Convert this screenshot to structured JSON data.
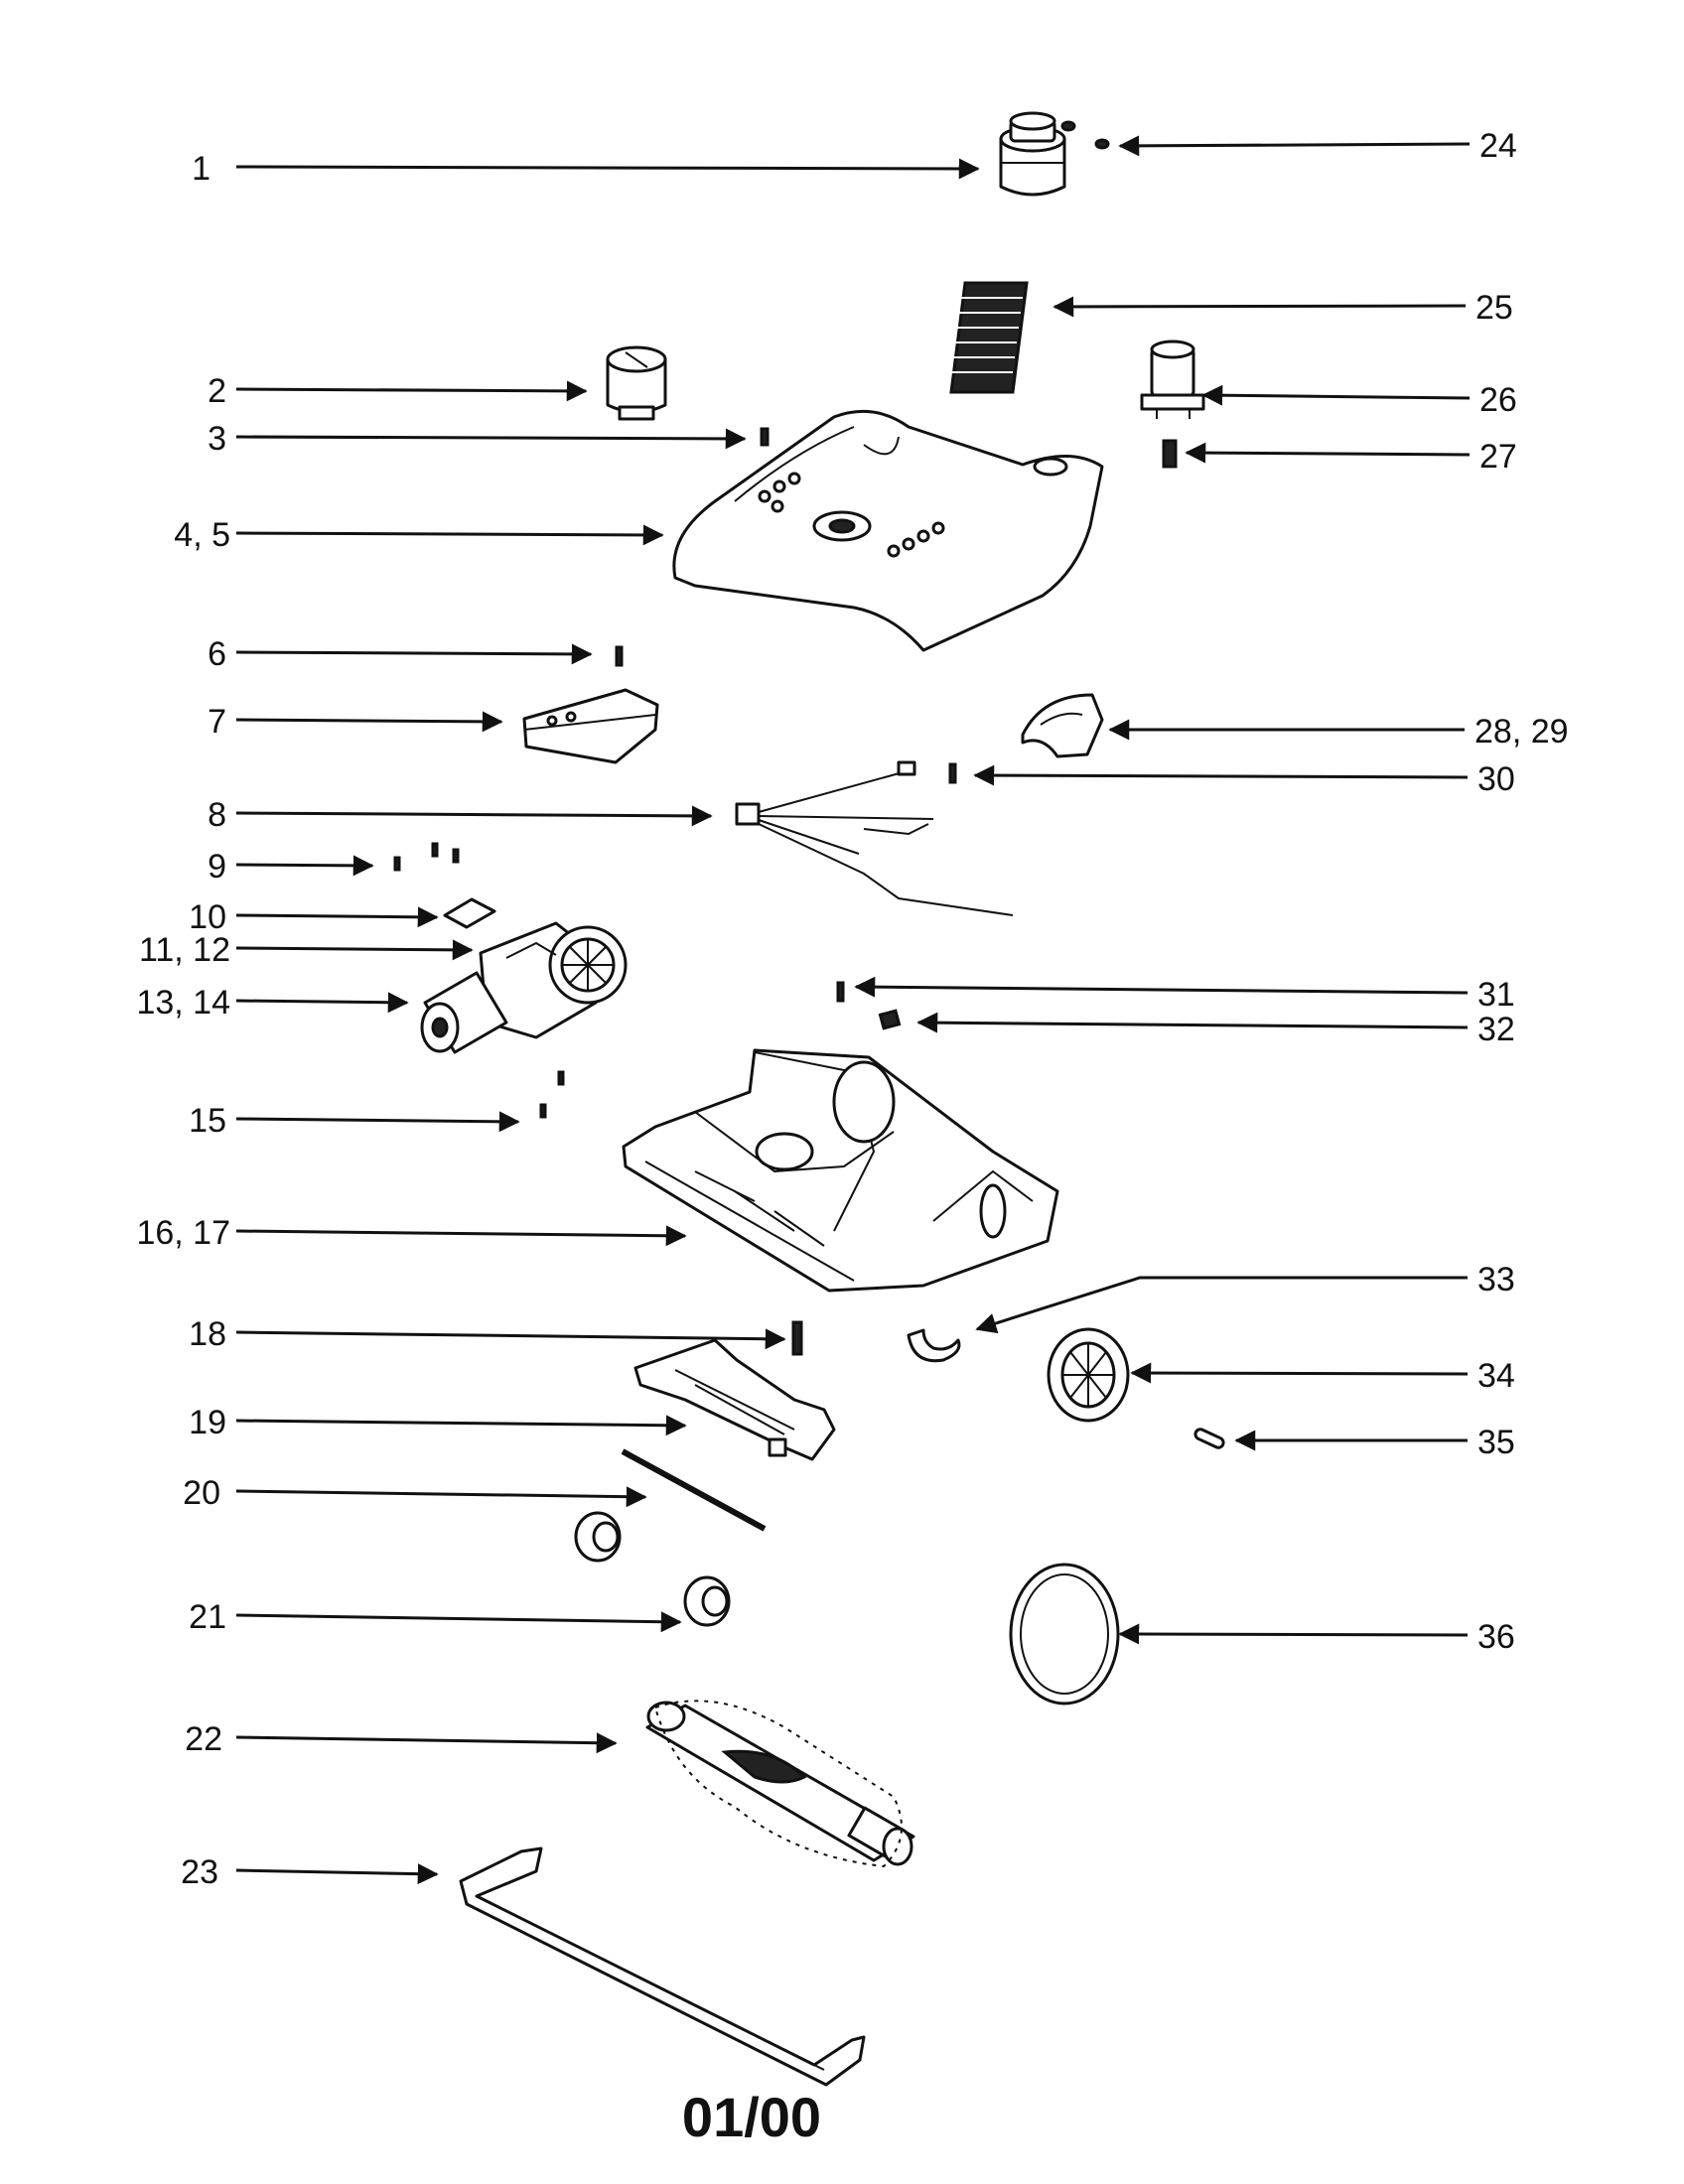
{
  "diagram": {
    "callouts": [
      {
        "id": "c1",
        "label": "1"
      },
      {
        "id": "c2",
        "label": "2"
      },
      {
        "id": "c3",
        "label": "3"
      },
      {
        "id": "c4",
        "label": "4, 5"
      },
      {
        "id": "c6",
        "label": "6"
      },
      {
        "id": "c7",
        "label": "7"
      },
      {
        "id": "c8",
        "label": "8"
      },
      {
        "id": "c9",
        "label": "9"
      },
      {
        "id": "c10",
        "label": "10"
      },
      {
        "id": "c11",
        "label": "11, 12"
      },
      {
        "id": "c13",
        "label": "13, 14"
      },
      {
        "id": "c15",
        "label": "15"
      },
      {
        "id": "c16",
        "label": "16, 17"
      },
      {
        "id": "c18",
        "label": "18"
      },
      {
        "id": "c19",
        "label": "19"
      },
      {
        "id": "c20",
        "label": "20"
      },
      {
        "id": "c21",
        "label": "21"
      },
      {
        "id": "c22",
        "label": "22"
      },
      {
        "id": "c23",
        "label": "23"
      },
      {
        "id": "c24",
        "label": "24"
      },
      {
        "id": "c25",
        "label": "25"
      },
      {
        "id": "c26",
        "label": "26"
      },
      {
        "id": "c27",
        "label": "27"
      },
      {
        "id": "c28",
        "label": "28, 29"
      },
      {
        "id": "c30",
        "label": "30"
      },
      {
        "id": "c31",
        "label": "31"
      },
      {
        "id": "c32",
        "label": "32"
      },
      {
        "id": "c33",
        "label": "33"
      },
      {
        "id": "c34",
        "label": "34"
      },
      {
        "id": "c35",
        "label": "35"
      },
      {
        "id": "c36",
        "label": "36"
      }
    ],
    "footer_code": "01/00"
  }
}
